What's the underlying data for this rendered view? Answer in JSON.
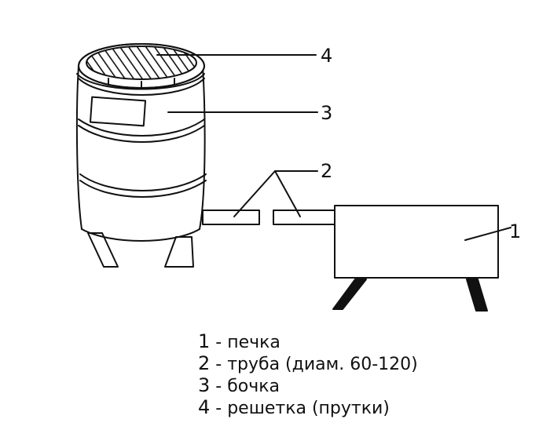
{
  "callouts": {
    "grate": "4",
    "barrel": "3",
    "pipe": "2",
    "stove": "1"
  },
  "legend": [
    {
      "num": "1",
      "text": " - печка"
    },
    {
      "num": "2",
      "text": " - труба (диам. 60-120)"
    },
    {
      "num": "3",
      "text": " - бочка"
    },
    {
      "num": "4",
      "text": " - решетка (прутки)"
    }
  ]
}
